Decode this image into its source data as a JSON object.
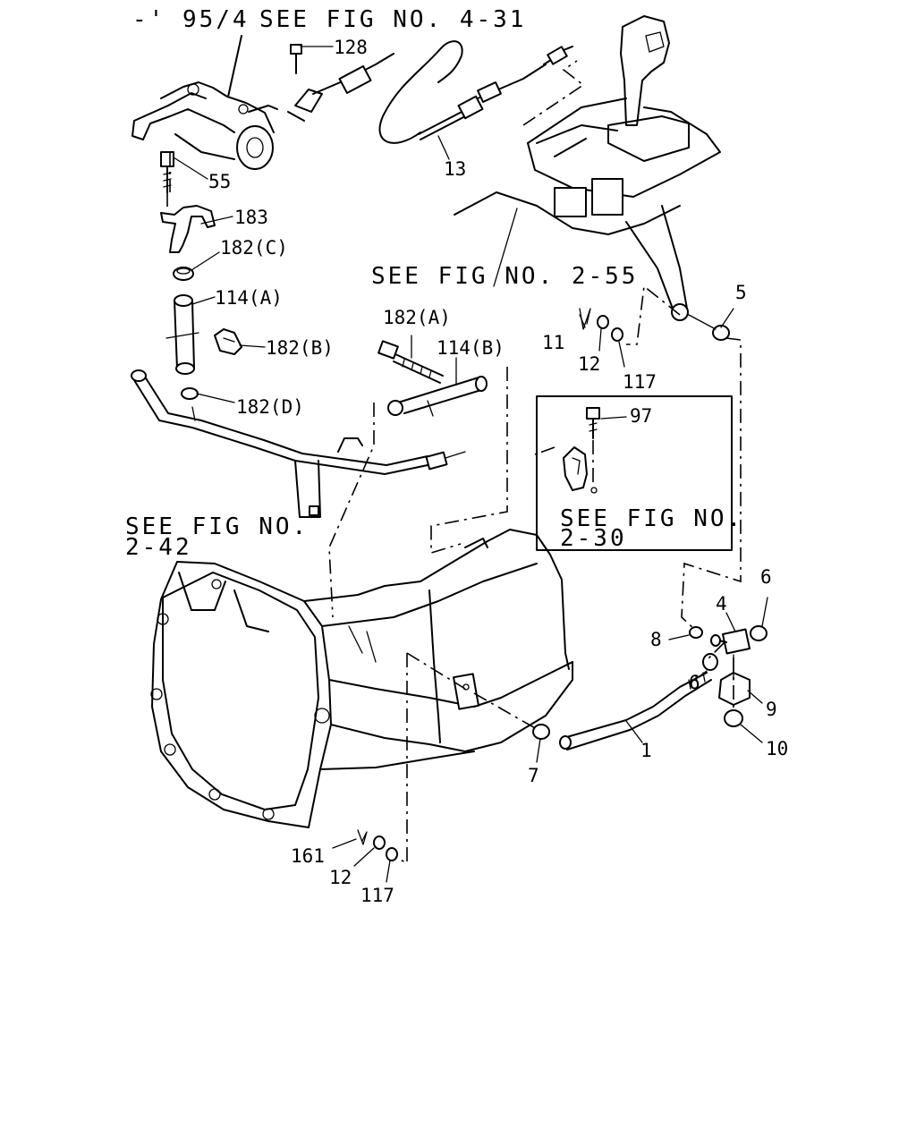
{
  "notes": {
    "date": "-' 95/4",
    "fig_4_31": "SEE FIG NO. 4-31",
    "fig_2_55": "SEE FIG NO. 2-55",
    "fig_2_42_line1": "SEE FIG NO.",
    "fig_2_42_line2": "2-42",
    "fig_2_30_line1": "SEE FIG NO.",
    "fig_2_30_line2": "2-30"
  },
  "callouts": {
    "p128": "128",
    "p55": "55",
    "p183": "183",
    "p182c": "182(C)",
    "p114a": "114(A)",
    "p182b": "182(B)",
    "p182d": "182(D)",
    "p13": "13",
    "p182a": "182(A)",
    "p114b": "114(B)",
    "p11": "11",
    "p12_top": "12",
    "p117_top": "117",
    "p5": "5",
    "p97": "97",
    "p6_right": "6",
    "p4": "4",
    "p8": "8",
    "p6_lower": "6",
    "p9": "9",
    "p10": "10",
    "p1": "1",
    "p7": "7",
    "p161": "161",
    "p12_bottom": "12",
    "p117_bottom": "117"
  }
}
